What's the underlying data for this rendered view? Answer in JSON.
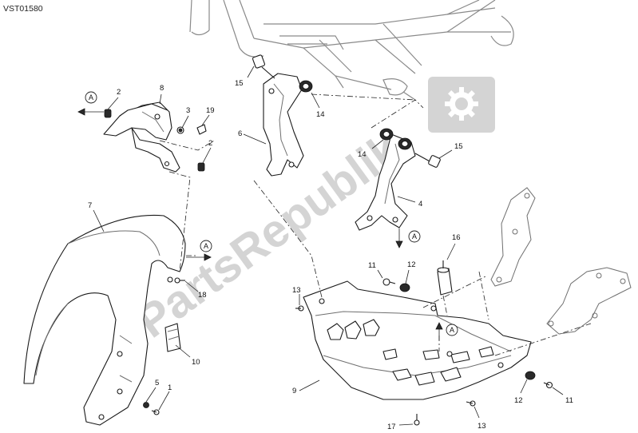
{
  "diagram_code": "VST01580",
  "watermark_text": "PartsRepublik",
  "arrow_ref_letter": "A",
  "callouts": {
    "c2_top": "2",
    "c8": "8",
    "c3": "3",
    "c19": "19",
    "c2_mid": "2",
    "c15_top": "15",
    "c14_top": "14",
    "c6": "6",
    "c14_mid": "14",
    "c15_mid": "15",
    "c4": "4",
    "c7": "7",
    "c18": "18",
    "c10": "10",
    "c5": "5",
    "c1": "1",
    "c16": "16",
    "c11_mid": "11",
    "c12_mid": "12",
    "c13_left": "13",
    "c9": "9",
    "c12_low": "12",
    "c11_low": "11",
    "c17": "17",
    "c13_low": "13"
  }
}
